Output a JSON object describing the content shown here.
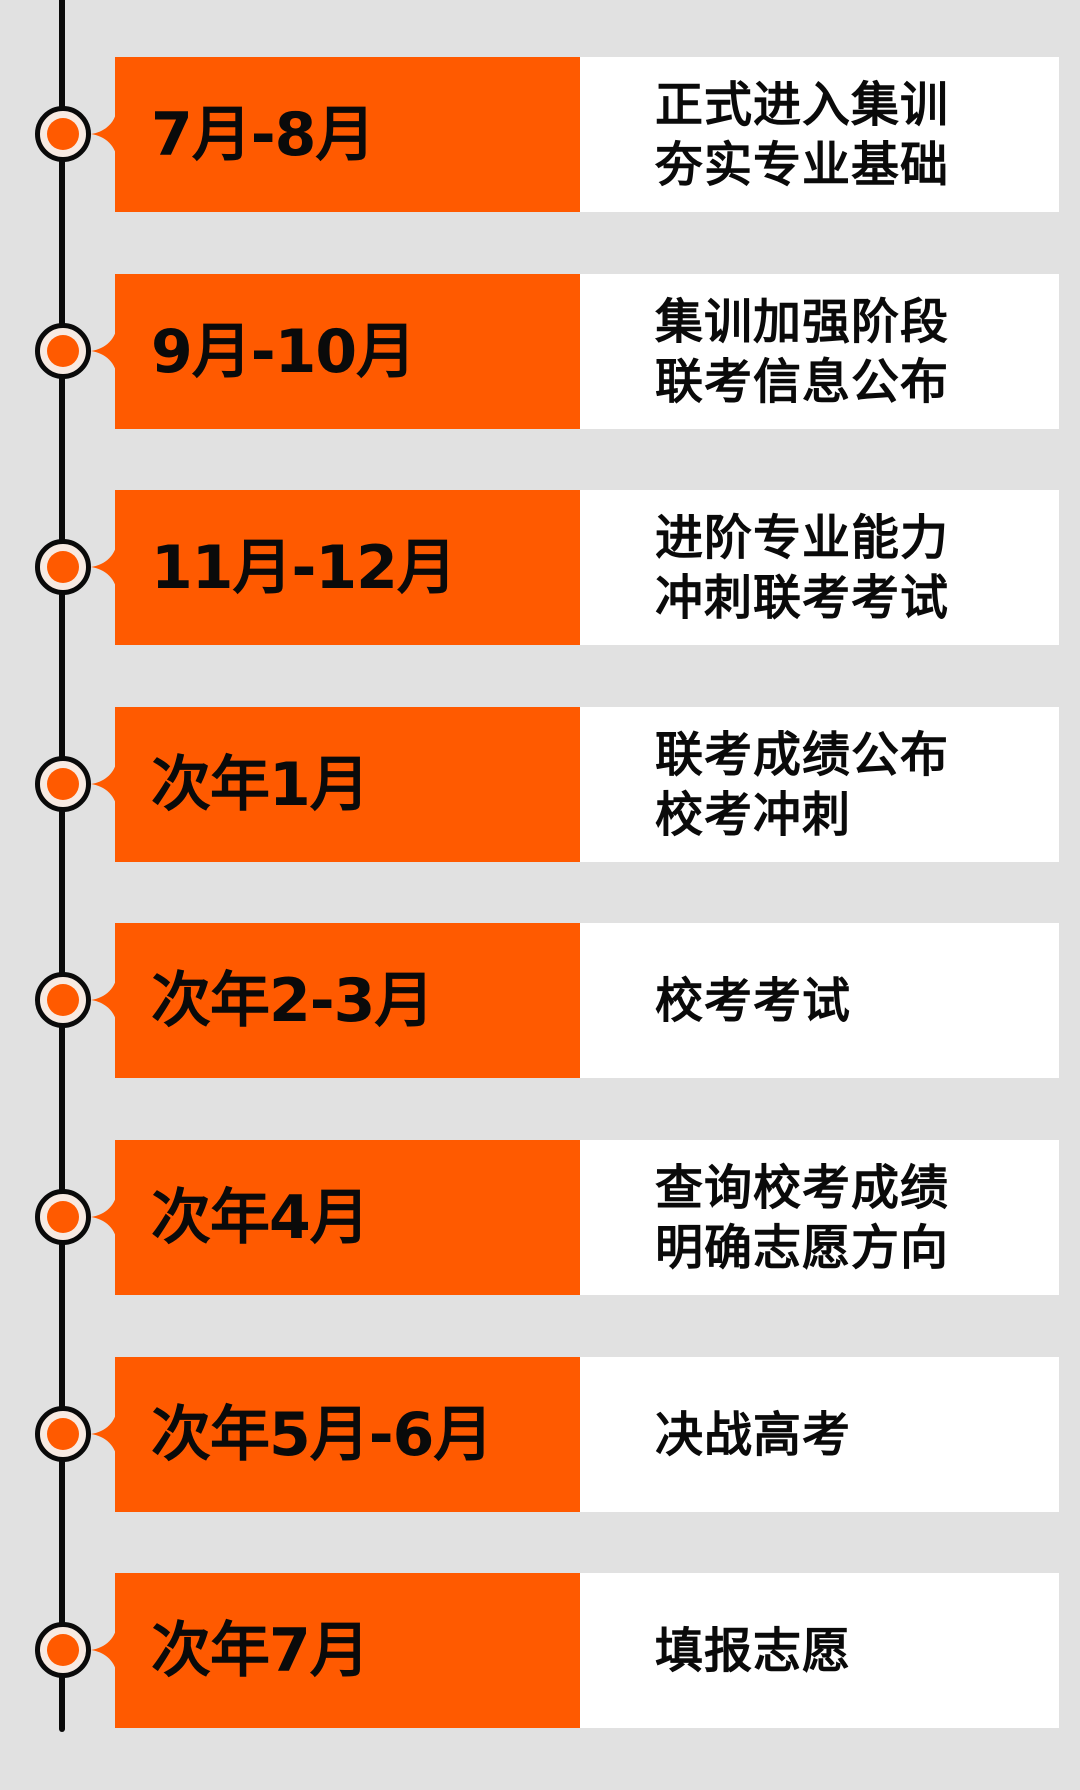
{
  "colors": {
    "background": "#E1E1E1",
    "accent_orange": "#FF5A00",
    "panel_white": "#FFFFFF",
    "text": "#0A0A0A",
    "line": "#0A0A0A"
  },
  "timeline": {
    "items": [
      {
        "date": "7月-8月",
        "lines": [
          "正式进入集训",
          "夯实专业基础"
        ]
      },
      {
        "date": "9月-10月",
        "lines": [
          "集训加强阶段",
          "联考信息公布"
        ]
      },
      {
        "date": "11月-12月",
        "lines": [
          "进阶专业能力",
          "冲刺联考考试"
        ]
      },
      {
        "date": "次年1月",
        "lines": [
          "联考成绩公布",
          "校考冲刺"
        ]
      },
      {
        "date": "次年2-3月",
        "lines": [
          "校考考试"
        ]
      },
      {
        "date": "次年4月",
        "lines": [
          "查询校考成绩",
          "明确志愿方向"
        ]
      },
      {
        "date": "次年5月-6月",
        "lines": [
          "决战高考"
        ]
      },
      {
        "date": "次年7月",
        "lines": [
          "填报志愿"
        ]
      }
    ]
  }
}
